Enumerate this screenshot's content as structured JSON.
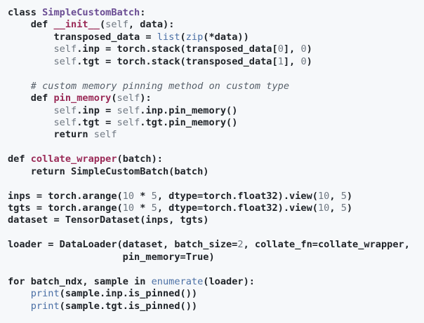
{
  "code": {
    "language": "python",
    "colors": {
      "background": "#f6f8fa",
      "text": "#1f2328",
      "keyword": "#1f2328",
      "class_name": "#6a4c93",
      "function_name": "#9a2a57",
      "self": "#6e7781",
      "builtin": "#4a6fa5",
      "number": "#6e7781",
      "comment": "#57606a"
    },
    "lines": [
      [
        {
          "t": "kw",
          "v": "class"
        },
        {
          "t": "text",
          "v": " "
        },
        {
          "t": "cls",
          "v": "SimpleCustomBatch"
        },
        {
          "t": "text",
          "v": ":"
        }
      ],
      [
        {
          "t": "text",
          "v": "    "
        },
        {
          "t": "kw",
          "v": "def"
        },
        {
          "t": "text",
          "v": " "
        },
        {
          "t": "func",
          "v": "__init__"
        },
        {
          "t": "text",
          "v": "("
        },
        {
          "t": "self",
          "v": "self"
        },
        {
          "t": "text",
          "v": ", data):"
        }
      ],
      [
        {
          "t": "text",
          "v": "        transposed_data = "
        },
        {
          "t": "builtin",
          "v": "list"
        },
        {
          "t": "text",
          "v": "("
        },
        {
          "t": "builtin",
          "v": "zip"
        },
        {
          "t": "text",
          "v": "(*data))"
        }
      ],
      [
        {
          "t": "text",
          "v": "        "
        },
        {
          "t": "self",
          "v": "self"
        },
        {
          "t": "text",
          "v": ".inp = torch.stack(transposed_data["
        },
        {
          "t": "num",
          "v": "0"
        },
        {
          "t": "text",
          "v": "], "
        },
        {
          "t": "num",
          "v": "0"
        },
        {
          "t": "text",
          "v": ")"
        }
      ],
      [
        {
          "t": "text",
          "v": "        "
        },
        {
          "t": "self",
          "v": "self"
        },
        {
          "t": "text",
          "v": ".tgt = torch.stack(transposed_data["
        },
        {
          "t": "num",
          "v": "1"
        },
        {
          "t": "text",
          "v": "], "
        },
        {
          "t": "num",
          "v": "0"
        },
        {
          "t": "text",
          "v": ")"
        }
      ],
      [],
      [
        {
          "t": "text",
          "v": "    "
        },
        {
          "t": "comment",
          "v": "# custom memory pinning method on custom type"
        }
      ],
      [
        {
          "t": "text",
          "v": "    "
        },
        {
          "t": "kw",
          "v": "def"
        },
        {
          "t": "text",
          "v": " "
        },
        {
          "t": "func",
          "v": "pin_memory"
        },
        {
          "t": "text",
          "v": "("
        },
        {
          "t": "self",
          "v": "self"
        },
        {
          "t": "text",
          "v": "):"
        }
      ],
      [
        {
          "t": "text",
          "v": "        "
        },
        {
          "t": "self",
          "v": "self"
        },
        {
          "t": "text",
          "v": ".inp = "
        },
        {
          "t": "self",
          "v": "self"
        },
        {
          "t": "text",
          "v": ".inp.pin_memory()"
        }
      ],
      [
        {
          "t": "text",
          "v": "        "
        },
        {
          "t": "self",
          "v": "self"
        },
        {
          "t": "text",
          "v": ".tgt = "
        },
        {
          "t": "self",
          "v": "self"
        },
        {
          "t": "text",
          "v": ".tgt.pin_memory()"
        }
      ],
      [
        {
          "t": "text",
          "v": "        "
        },
        {
          "t": "kw",
          "v": "return"
        },
        {
          "t": "text",
          "v": " "
        },
        {
          "t": "self",
          "v": "self"
        }
      ],
      [],
      [
        {
          "t": "kw",
          "v": "def"
        },
        {
          "t": "text",
          "v": " "
        },
        {
          "t": "func",
          "v": "collate_wrapper"
        },
        {
          "t": "text",
          "v": "(batch):"
        }
      ],
      [
        {
          "t": "text",
          "v": "    "
        },
        {
          "t": "kw",
          "v": "return"
        },
        {
          "t": "text",
          "v": " SimpleCustomBatch(batch)"
        }
      ],
      [],
      [
        {
          "t": "text",
          "v": "inps = torch.arange("
        },
        {
          "t": "num",
          "v": "10"
        },
        {
          "t": "text",
          "v": " * "
        },
        {
          "t": "num",
          "v": "5"
        },
        {
          "t": "text",
          "v": ", dtype=torch.float32).view("
        },
        {
          "t": "num",
          "v": "10"
        },
        {
          "t": "text",
          "v": ", "
        },
        {
          "t": "num",
          "v": "5"
        },
        {
          "t": "text",
          "v": ")"
        }
      ],
      [
        {
          "t": "text",
          "v": "tgts = torch.arange("
        },
        {
          "t": "num",
          "v": "10"
        },
        {
          "t": "text",
          "v": " * "
        },
        {
          "t": "num",
          "v": "5"
        },
        {
          "t": "text",
          "v": ", dtype=torch.float32).view("
        },
        {
          "t": "num",
          "v": "10"
        },
        {
          "t": "text",
          "v": ", "
        },
        {
          "t": "num",
          "v": "5"
        },
        {
          "t": "text",
          "v": ")"
        }
      ],
      [
        {
          "t": "text",
          "v": "dataset = TensorDataset(inps, tgts)"
        }
      ],
      [],
      [
        {
          "t": "text",
          "v": "loader = DataLoader(dataset, batch_size="
        },
        {
          "t": "num",
          "v": "2"
        },
        {
          "t": "text",
          "v": ", collate_fn=collate_wrapper,"
        }
      ],
      [
        {
          "t": "text",
          "v": "                    pin_memory="
        },
        {
          "t": "kw",
          "v": "True"
        },
        {
          "t": "text",
          "v": ")"
        }
      ],
      [],
      [
        {
          "t": "kw",
          "v": "for"
        },
        {
          "t": "text",
          "v": " batch_ndx, sample "
        },
        {
          "t": "kw",
          "v": "in"
        },
        {
          "t": "text",
          "v": " "
        },
        {
          "t": "builtin",
          "v": "enumerate"
        },
        {
          "t": "text",
          "v": "(loader):"
        }
      ],
      [
        {
          "t": "text",
          "v": "    "
        },
        {
          "t": "builtin",
          "v": "print"
        },
        {
          "t": "text",
          "v": "(sample.inp.is_pinned())"
        }
      ],
      [
        {
          "t": "text",
          "v": "    "
        },
        {
          "t": "builtin",
          "v": "print"
        },
        {
          "t": "text",
          "v": "(sample.tgt.is_pinned())"
        }
      ]
    ]
  }
}
